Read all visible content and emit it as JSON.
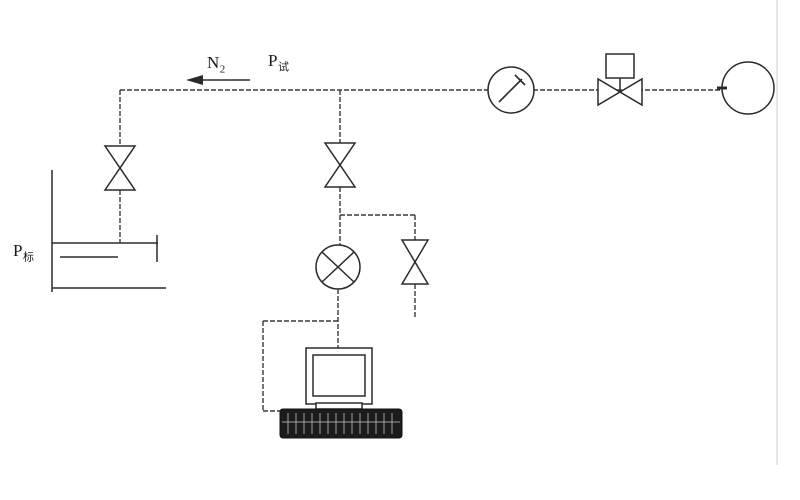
{
  "diagram": {
    "labels": {
      "n2": {
        "base": "N",
        "sub": "2"
      },
      "p_test": {
        "base": "P",
        "sub": "试"
      },
      "p_ref": {
        "base": "P",
        "sub": "标"
      }
    },
    "colors": {
      "line": "#3a3a3a",
      "component_stroke": "#2b2b2b",
      "keyboard_fill": "#1b1b1b",
      "background": "#ffffff"
    },
    "components": [
      "gas-source",
      "solenoid-valve",
      "check-valve",
      "hand-valve-middle",
      "hand-valve-left",
      "pressure-transducer",
      "vent-valve",
      "pressure-tap-chamber",
      "computer"
    ]
  }
}
